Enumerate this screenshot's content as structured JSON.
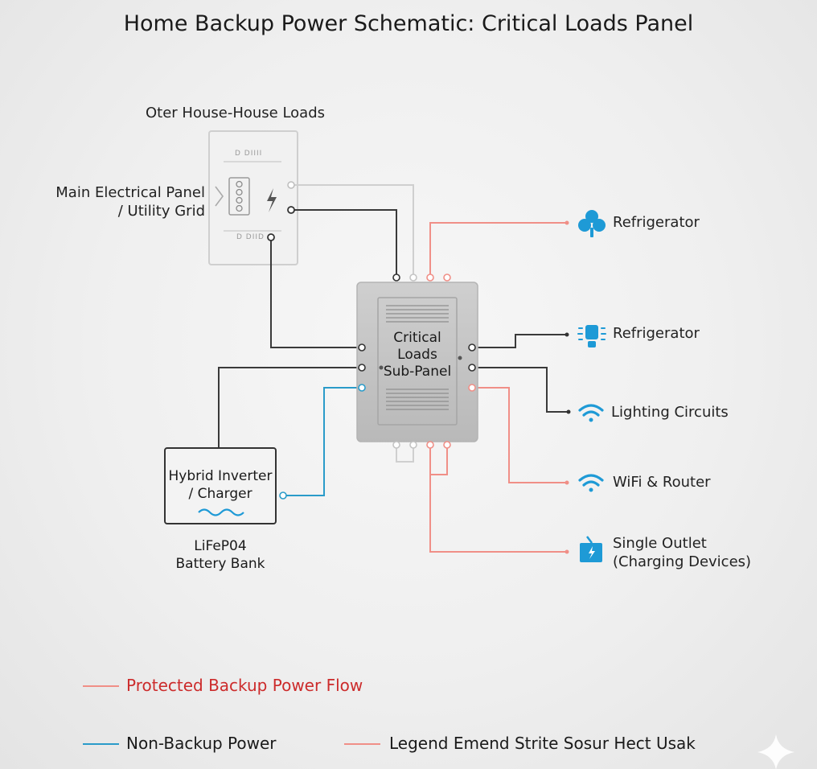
{
  "title": "Home Backup Power Schematic: Critical Loads Panel",
  "main_panel": {
    "group_label": "Oter House-House Loads",
    "label_line1": "Main Electrical Panel",
    "label_line2": "/ Utility Grid",
    "top_text": "D DIIII",
    "bottom_text": "D DIID"
  },
  "sub_panel": {
    "label_line1": "Critical",
    "label_line2": "Loads",
    "label_line3": "Sub-Panel"
  },
  "inverter": {
    "label_line1": "Hybrid Inverter",
    "label_line2": "/ Charger",
    "battery_line1": "LiFeP04",
    "battery_line2": "Battery Bank"
  },
  "loads": [
    {
      "label": "Refrigerator",
      "icon": "refrigerator-icon"
    },
    {
      "label": "Refrigerator",
      "icon": "light-bulb-icon"
    },
    {
      "label": "Lighting Circuits",
      "icon": "wifi-icon"
    },
    {
      "label": "WiFi & Router",
      "icon": "wifi-icon"
    },
    {
      "label_line1": "Single Outlet",
      "label_line2": "(Charging Devices)",
      "icon": "outlet-icon"
    }
  ],
  "legend": {
    "protected": "Protected Backup Power Flow",
    "non_backup": "Non-Backup Power",
    "extra": "Legend Emend Strite Sosur Hect Usak"
  },
  "colors": {
    "backup": "#f08f87",
    "non_backup": "#2a9bc9",
    "wire": "#3a3a3a",
    "faded": "#c8c8c8",
    "icon": "#1e9ad6",
    "legend_red_text": "#cc2b2b"
  }
}
